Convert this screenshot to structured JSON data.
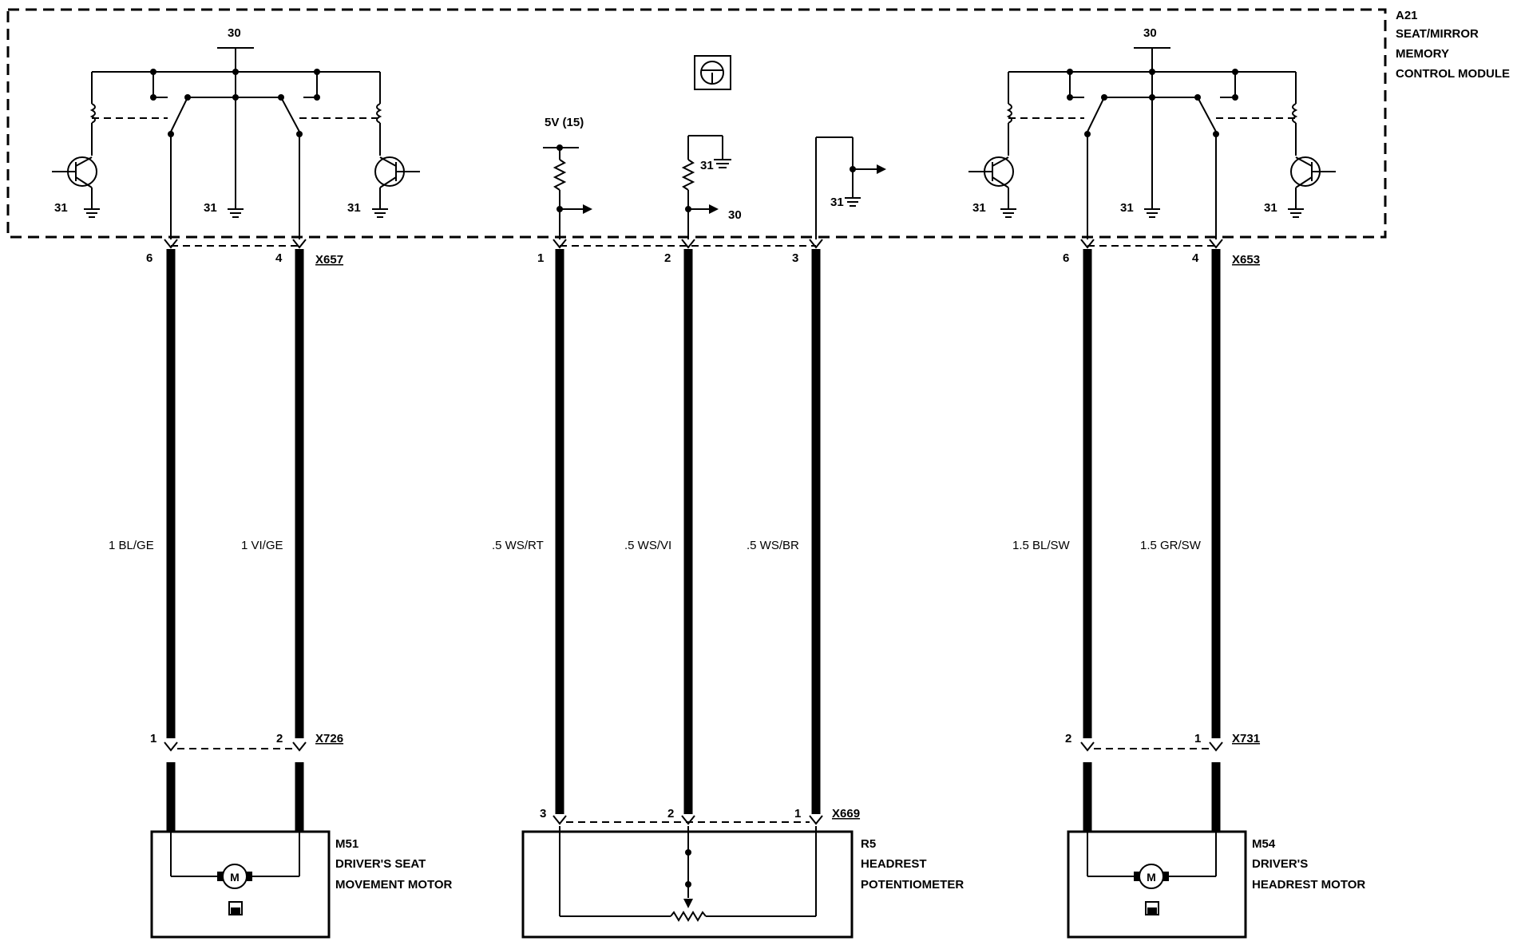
{
  "module": {
    "id": "A21",
    "name_lines": [
      "SEAT/MIRROR",
      "MEMORY",
      "CONTROL MODULE"
    ]
  },
  "labels": {
    "supply_30": "30",
    "ground_31": "31",
    "supply_5v": "5V (15)",
    "out_30": "30",
    "ground_31_short": "31"
  },
  "connectors": {
    "x657": "X657",
    "x653": "X653",
    "x726": "X726",
    "x731": "X731",
    "x669": "X669"
  },
  "pins": {
    "left_top": [
      "6",
      "4"
    ],
    "mid_top": [
      "1",
      "2",
      "3"
    ],
    "right_top": [
      "6",
      "4"
    ],
    "left_bottom": [
      "1",
      "2"
    ],
    "right_bottom": [
      "2",
      "1"
    ],
    "mid_bottom": [
      "3",
      "2",
      "1"
    ]
  },
  "wires": {
    "w1": "1 BL/GE",
    "w2": "1 VI/GE",
    "w3": ".5 WS/RT",
    "w4": ".5 WS/VI",
    "w5": ".5 WS/BR",
    "w6": "1.5 BL/SW",
    "w7": "1.5 GR/SW"
  },
  "components": {
    "m51": {
      "id": "M51",
      "line1": "DRIVER'S SEAT",
      "line2": "MOVEMENT MOTOR",
      "symbol": "M"
    },
    "r5": {
      "id": "R5",
      "line1": "HEADREST",
      "line2": "POTENTIOMETER"
    },
    "m54": {
      "id": "M54",
      "line1": "DRIVER'S",
      "line2": "HEADREST MOTOR",
      "symbol": "M"
    }
  }
}
